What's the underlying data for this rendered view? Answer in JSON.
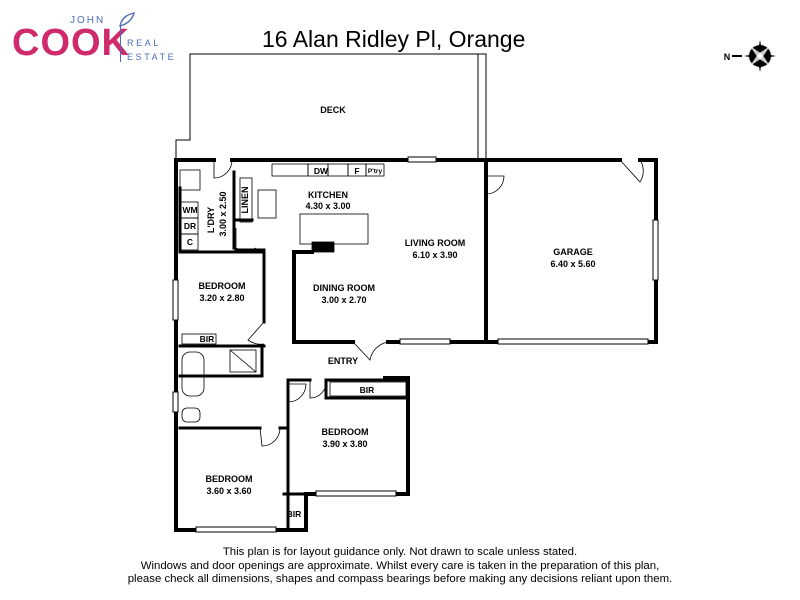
{
  "brand": {
    "logo_first": "JOHN",
    "logo_main": "COOK",
    "logo_sub1": "REAL",
    "logo_sub2": "ESTATE",
    "brand_color": "#cf2a6c",
    "accent_color": "#4b6cb7"
  },
  "title": "16 Alan Ridley Pl, Orange",
  "compass_icon": "compass-n-icon",
  "compass_letter": "N",
  "rooms": {
    "deck": {
      "name": "DECK"
    },
    "kitchen": {
      "name": "KITCHEN",
      "dims": "4.30 x 3.00"
    },
    "laundry": {
      "name": "L'DRY",
      "dims": "3.00 x 2.50"
    },
    "linen": {
      "name": "LINEN"
    },
    "living": {
      "name": "LIVING ROOM",
      "dims": "6.10 x 3.90"
    },
    "garage": {
      "name": "GARAGE",
      "dims": "6.40 x 5.60"
    },
    "bedroom_nw": {
      "name": "BEDROOM",
      "dims": "3.20 x 2.80"
    },
    "dining": {
      "name": "DINING ROOM",
      "dims": "3.00 x 2.70"
    },
    "entry": {
      "name": "ENTRY"
    },
    "bedroom_center": {
      "name": "BEDROOM",
      "dims": "3.90 x 3.80"
    },
    "bedroom_sw": {
      "name": "BEDROOM",
      "dims": "3.60 x 3.60"
    }
  },
  "fixtures": {
    "dw": "DW",
    "f": "F",
    "pantry": "P'try",
    "wm": "WM",
    "dr": "DR",
    "c": "C",
    "bir_nw": "BIR",
    "bir_center": "BIR",
    "bir_sw": "BIR"
  },
  "disclaimer": [
    "This plan is for layout guidance only. Not drawn to scale unless stated.",
    "Windows and door openings are approximate. Whilst every care is taken in the preparation of this plan,",
    "please check all dimensions, shapes and compass bearings before making any decisions reliant upon them."
  ]
}
